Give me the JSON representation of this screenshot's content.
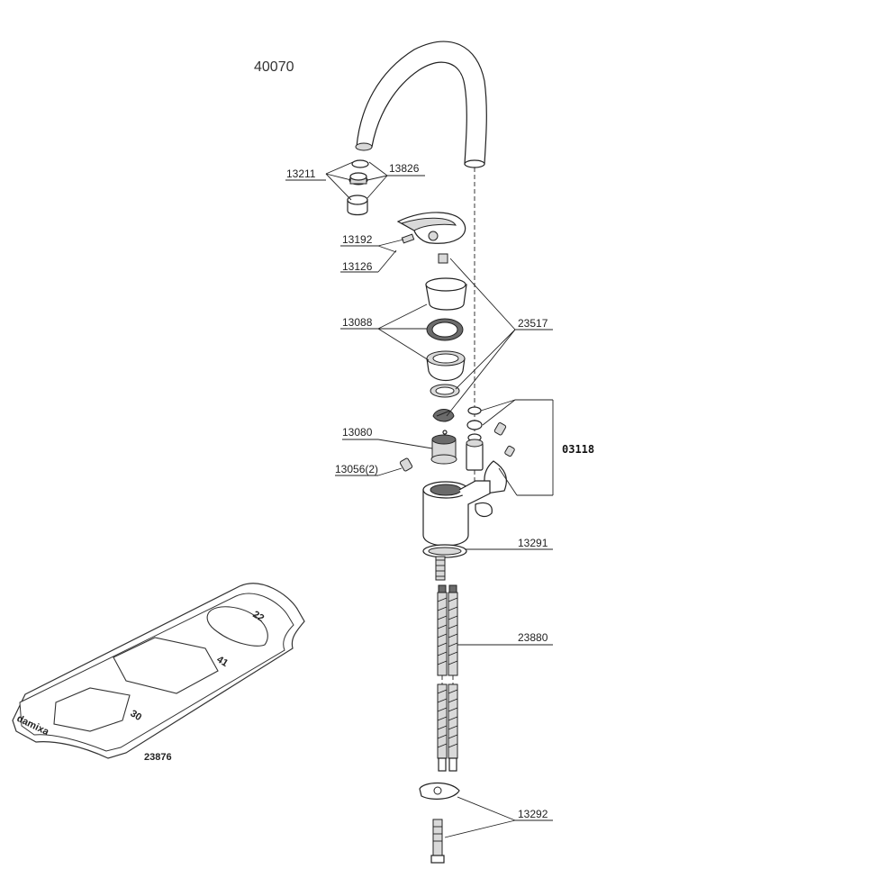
{
  "model_number": "40070",
  "assembly_number": "03118",
  "parts": {
    "p13211": "13211",
    "p13826": "13826",
    "p13192": "13192",
    "p13126": "13126",
    "p13088": "13088",
    "p23517": "23517",
    "p13080": "13080",
    "p13056": "13056(2)",
    "p13291": "13291",
    "p23880": "23880",
    "p13292": "13292",
    "p23876": "23876"
  },
  "wrench": {
    "brand": "damixa",
    "sizes": {
      "s22": "22",
      "s41": "41",
      "s30": "30"
    }
  }
}
